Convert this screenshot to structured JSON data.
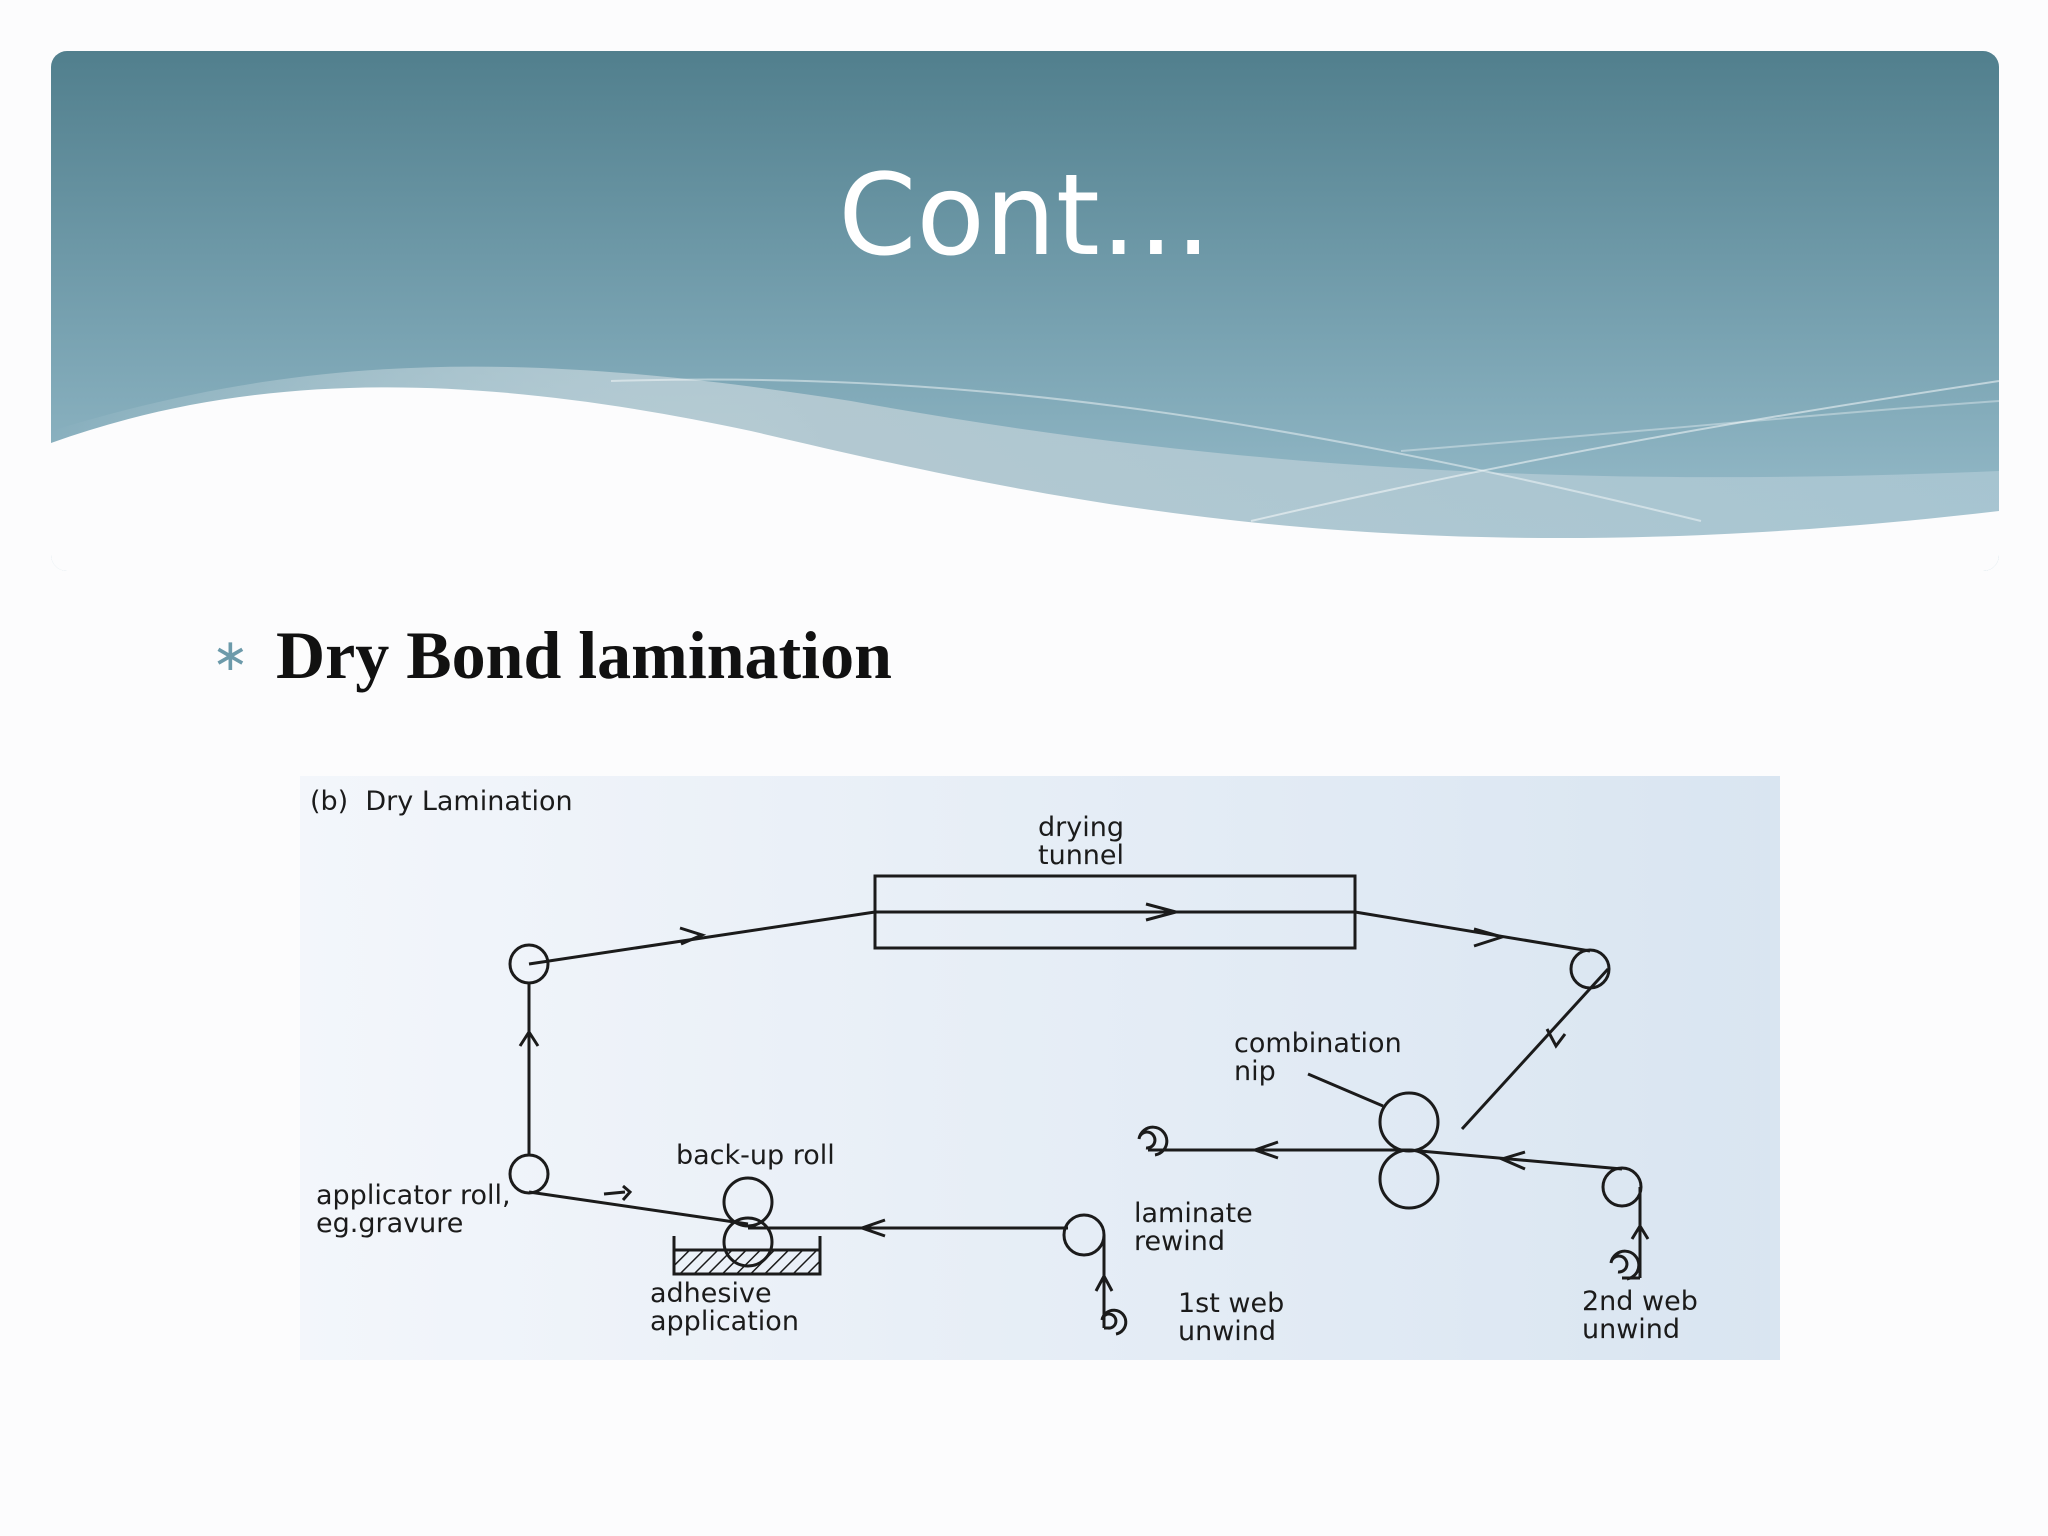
{
  "slide": {
    "title": "Cont…",
    "bullet_symbol": "∗",
    "bullet_text": "Dry Bond lamination"
  },
  "diagram": {
    "caption": "(b)  Dry Lamination",
    "labels": {
      "drying_tunnel": "drying\ntunnel",
      "combination_nip": "combination\nnip",
      "back_up_roll": "back-up roll",
      "applicator_roll": "applicator roll,\neg.gravure",
      "laminate_rewind": "laminate\nrewind",
      "adhesive_application": "adhesive\napplication",
      "first_web_unwind": "1st web\nunwind",
      "second_web_unwind": "2nd web\nunwind"
    }
  },
  "colors": {
    "header_top": "#517f8d",
    "header_bottom": "#97bccb",
    "bullet": "#6c9aaa",
    "diagram_bg": "#e3ebf5"
  }
}
